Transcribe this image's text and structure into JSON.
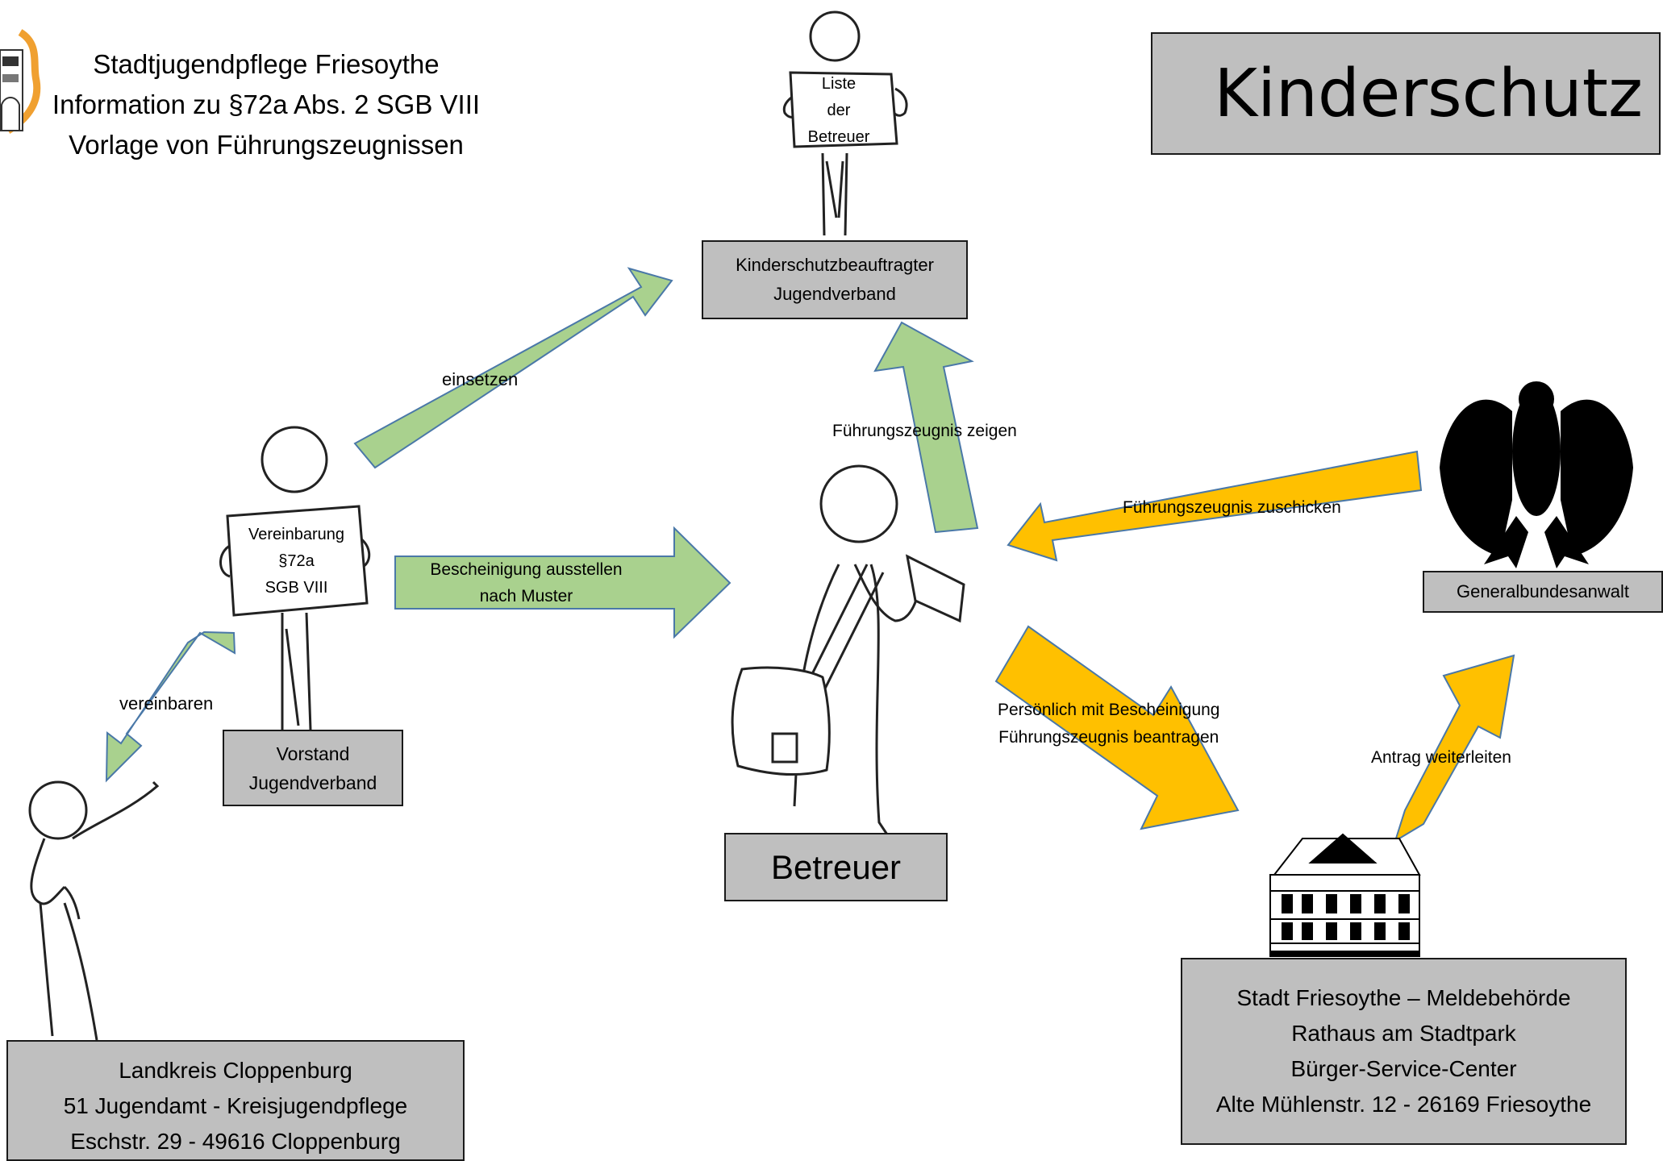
{
  "header": {
    "line1": "Stadtjugendpflege Friesoythe",
    "line2": "Information zu §72a Abs. 2 SGB VIII",
    "line3": "Vorlage von Führungszeugnissen"
  },
  "banner": {
    "title": "Kinderschutz"
  },
  "nodes": {
    "kinderschutzbeauftragter": {
      "line1": "Kinderschutzbeauftragter",
      "line2": "Jugendverband"
    },
    "vorstand": {
      "line1": "Vorstand",
      "line2": "Jugendverband"
    },
    "betreuer": {
      "label": "Betreuer"
    },
    "generalbundesanwalt": {
      "label": "Generalbundesanwalt"
    },
    "landkreis": {
      "line1": "Landkreis Cloppenburg",
      "line2": "51 Jugendamt - Kreisjugendpflege",
      "line3": "Eschstr. 29  - 49616 Cloppenburg"
    },
    "stadt": {
      "line1": "Stadt Friesoythe – Meldebehörde",
      "line2": "Rathaus am Stadtpark",
      "line3": "Bürger-Service-Center",
      "line4": "Alte Mühlenstr. 12 - 26169 Friesoythe"
    }
  },
  "signs": {
    "liste": [
      "Liste",
      "der",
      "Betreuer"
    ],
    "vereinbarung": [
      "Vereinbarung",
      "§72a",
      "SGB VIII"
    ]
  },
  "edges": {
    "einsetzen": "einsetzen",
    "bescheinigung_line1": "Bescheinigung ausstellen",
    "bescheinigung_line2": "nach Muster",
    "vereinbaren": "vereinbaren",
    "fz_zeigen": "Führungszeugnis zeigen",
    "fz_zuschicken": "Führungszeugnis zuschicken",
    "persoenlich_line1": "Persönlich mit Bescheinigung",
    "persoenlich_line2": "Führungszeugnis beantragen",
    "antrag": "Antrag weiterleiten"
  },
  "colors": {
    "green_arrow": "#a9d18e",
    "orange_arrow": "#ffc000",
    "arrow_outline": "#4a78a8",
    "box_fill": "#bfbfbf",
    "flame": "#f0a030"
  },
  "icons": [
    "tower-logo-icon",
    "tower-logo-icon",
    "eagle-icon",
    "townhall-icon",
    "coat-of-arms-icon",
    "person-sketch-icon"
  ]
}
